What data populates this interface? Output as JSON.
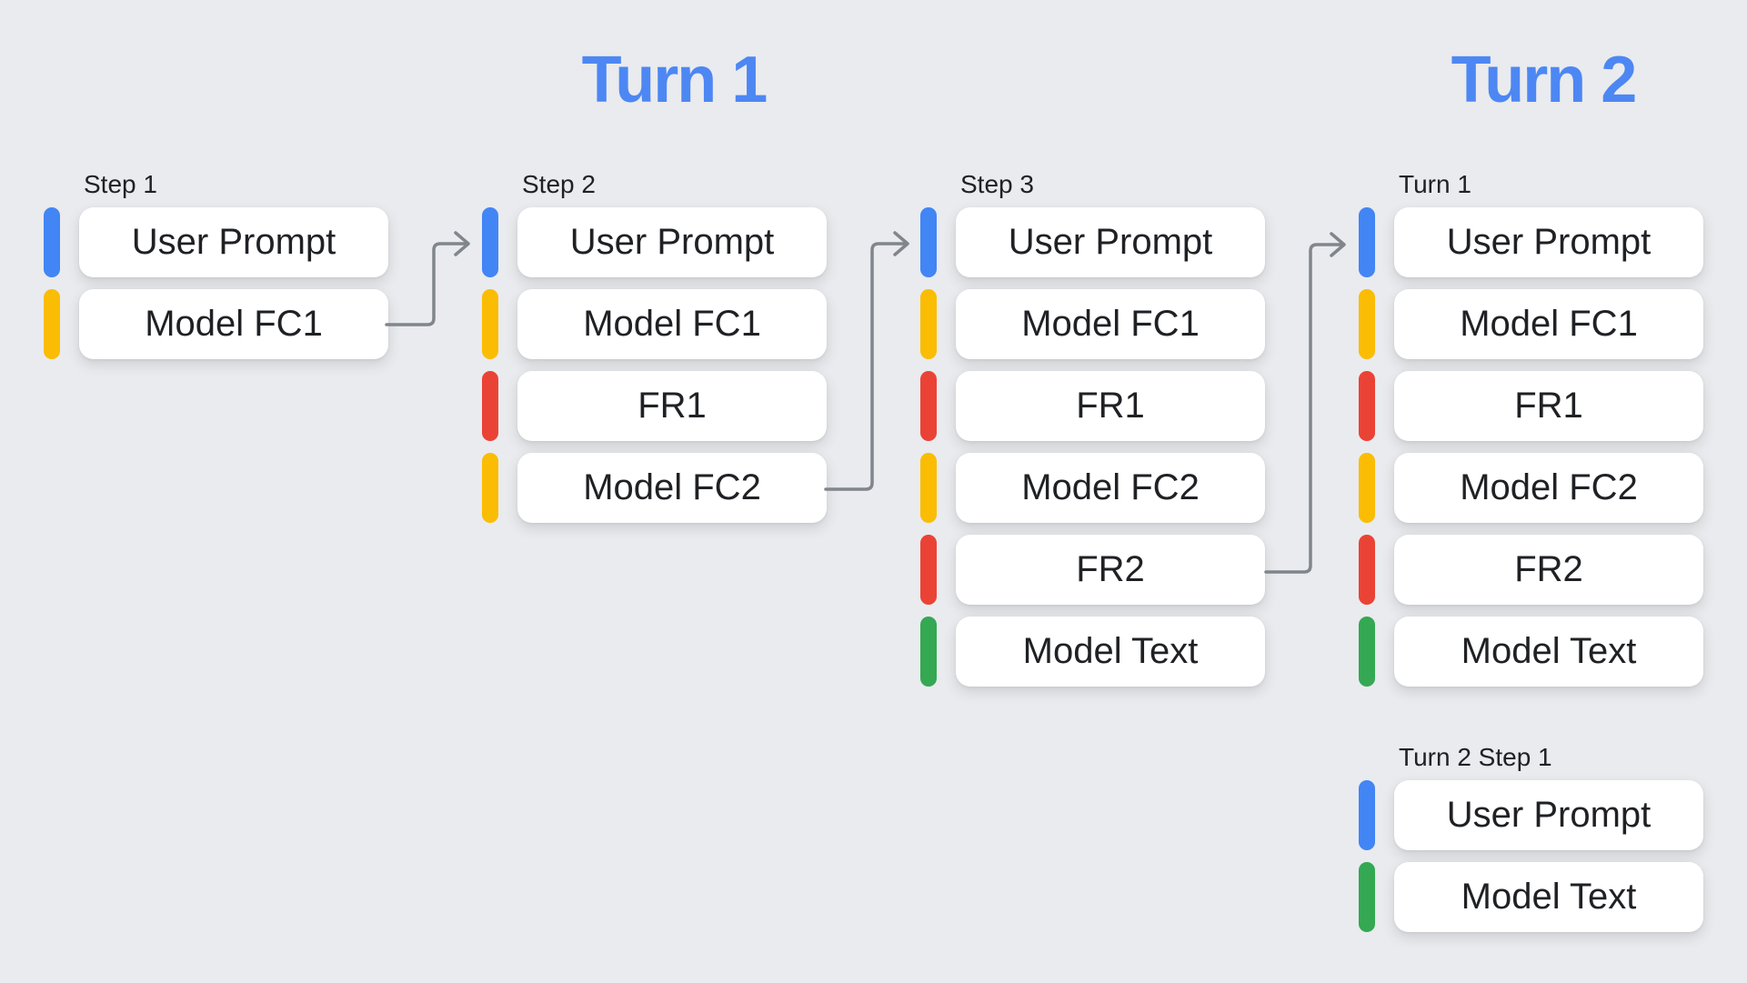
{
  "canvas": {
    "background_color": "#e9ebee"
  },
  "titles": {
    "turn1": "Turn 1",
    "turn2": "Turn 2",
    "color": "#4d87f3"
  },
  "palette": {
    "user_prompt_blue": "#4285F4",
    "model_function_call_yellow": "#FBBC04",
    "function_response_red": "#EA4335",
    "model_text_green": "#34A853",
    "arrow_gray": "#80868b",
    "box_background": "#ffffff",
    "box_text": "#1f2124",
    "label_text": "#202124"
  },
  "groups": [
    {
      "label": "Step 1",
      "items": [
        {
          "label": "User Prompt",
          "color": "#4285F4"
        },
        {
          "label": "Model FC1",
          "color": "#FBBC04"
        }
      ]
    },
    {
      "label": "Step 2",
      "items": [
        {
          "label": "User Prompt",
          "color": "#4285F4"
        },
        {
          "label": "Model FC1",
          "color": "#FBBC04"
        },
        {
          "label": "FR1",
          "color": "#EA4335"
        },
        {
          "label": "Model FC2",
          "color": "#FBBC04"
        }
      ]
    },
    {
      "label": "Step 3",
      "items": [
        {
          "label": "User Prompt",
          "color": "#4285F4"
        },
        {
          "label": "Model FC1",
          "color": "#FBBC04"
        },
        {
          "label": "FR1",
          "color": "#EA4335"
        },
        {
          "label": "Model FC2",
          "color": "#FBBC04"
        },
        {
          "label": "FR2",
          "color": "#EA4335"
        },
        {
          "label": "Model Text",
          "color": "#34A853"
        }
      ]
    },
    {
      "label": "Turn 1",
      "items": [
        {
          "label": "User Prompt",
          "color": "#4285F4"
        },
        {
          "label": "Model FC1",
          "color": "#FBBC04"
        },
        {
          "label": "FR1",
          "color": "#EA4335"
        },
        {
          "label": "Model FC2",
          "color": "#FBBC04"
        },
        {
          "label": "FR2",
          "color": "#EA4335"
        },
        {
          "label": "Model Text",
          "color": "#34A853"
        }
      ]
    },
    {
      "label": "Turn 2 Step 1",
      "items": [
        {
          "label": "User Prompt",
          "color": "#4285F4"
        },
        {
          "label": "Model Text",
          "color": "#34A853"
        }
      ]
    }
  ],
  "arrows": [
    {
      "from": "Step 1 / Model FC1",
      "to": "Step 2 / User Prompt"
    },
    {
      "from": "Step 2 / Model FC2",
      "to": "Step 3 / User Prompt"
    },
    {
      "from": "Step 3 / FR2",
      "to": "Turn 1 / User Prompt"
    }
  ]
}
